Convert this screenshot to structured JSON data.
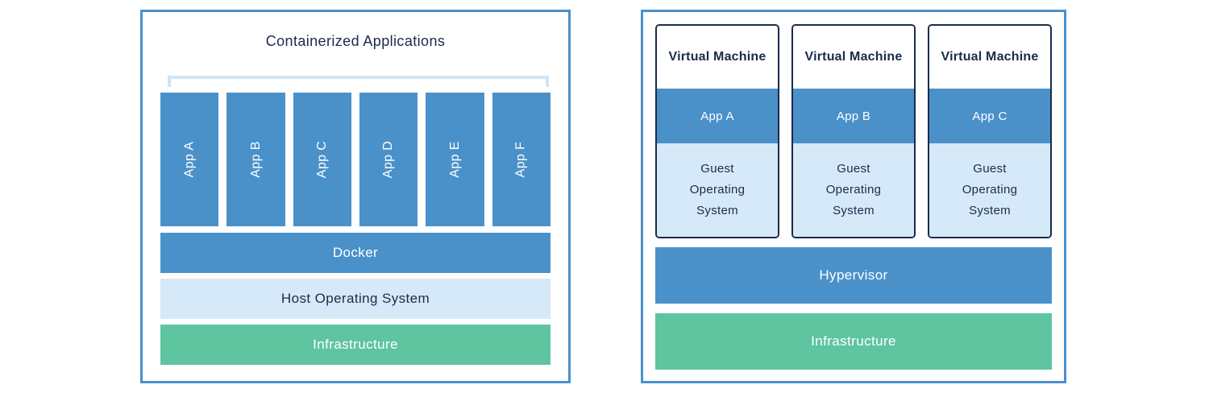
{
  "colors": {
    "blue": "#4a91ca",
    "light_blue": "#d6e9f8",
    "green": "#5fc4a0",
    "navy": "#1b2b4b",
    "bracket_blue": "#cfe4f6",
    "background": "#ffffff"
  },
  "left_panel": {
    "title": "Containerized Applications",
    "apps": [
      "App A",
      "App B",
      "App C",
      "App D",
      "App E",
      "App F"
    ],
    "docker_label": "Docker",
    "host_os_label": "Host Operating System",
    "infrastructure_label": "Infrastructure"
  },
  "right_panel": {
    "vms": [
      {
        "title": "Virtual Machine",
        "app": "App A",
        "guest_os": "Guest Operating System"
      },
      {
        "title": "Virtual Machine",
        "app": "App B",
        "guest_os": "Guest Operating System"
      },
      {
        "title": "Virtual Machine",
        "app": "App C",
        "guest_os": "Guest Operating System"
      }
    ],
    "hypervisor_label": "Hypervisor",
    "infrastructure_label": "Infrastructure"
  }
}
